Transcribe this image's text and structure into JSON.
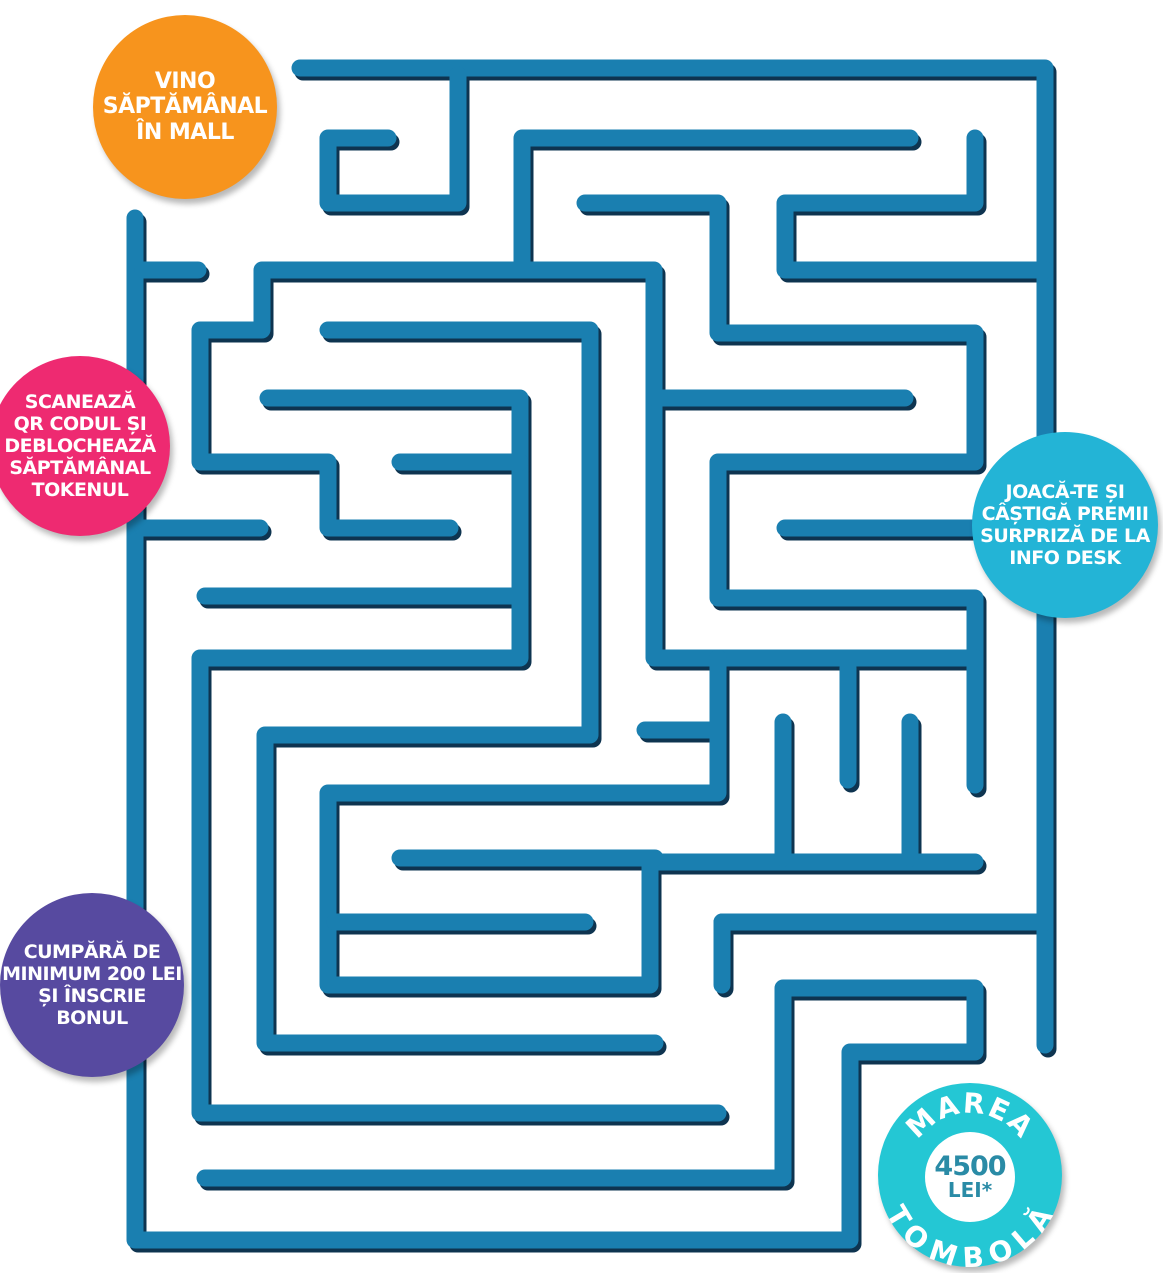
{
  "bubbles": {
    "mall": {
      "text": "VINO\nSĂPTĂMÂNAL\nÎN MALL",
      "color": "#f7941d"
    },
    "qr": {
      "text": "SCANEAZĂ\nQR CODUL ȘI\nDEBLOCHEAZĂ\nSĂPTĂMÂNAL\nTOKENUL",
      "color": "#ee2a71"
    },
    "info": {
      "text": "JOACĂ-TE ȘI\nCÂȘTIGĂ PREMII\nSURPRIZĂ DE LA\nINFO DESK",
      "color": "#23b4d6"
    },
    "bon": {
      "text": "CUMPĂRĂ DE\nMINIMUM 200 LEI\nȘI ÎNSCRIE\nBONUL",
      "color": "#574aa0"
    }
  },
  "tombola": {
    "top_text": "MAREA",
    "bottom_text": "TOMBOLĂ",
    "amount": "4500",
    "unit": "LEI*",
    "color": "#24c7d4"
  },
  "maze": {
    "wall_color": "#1a7fb0",
    "shadow_color": "#0e3450"
  }
}
